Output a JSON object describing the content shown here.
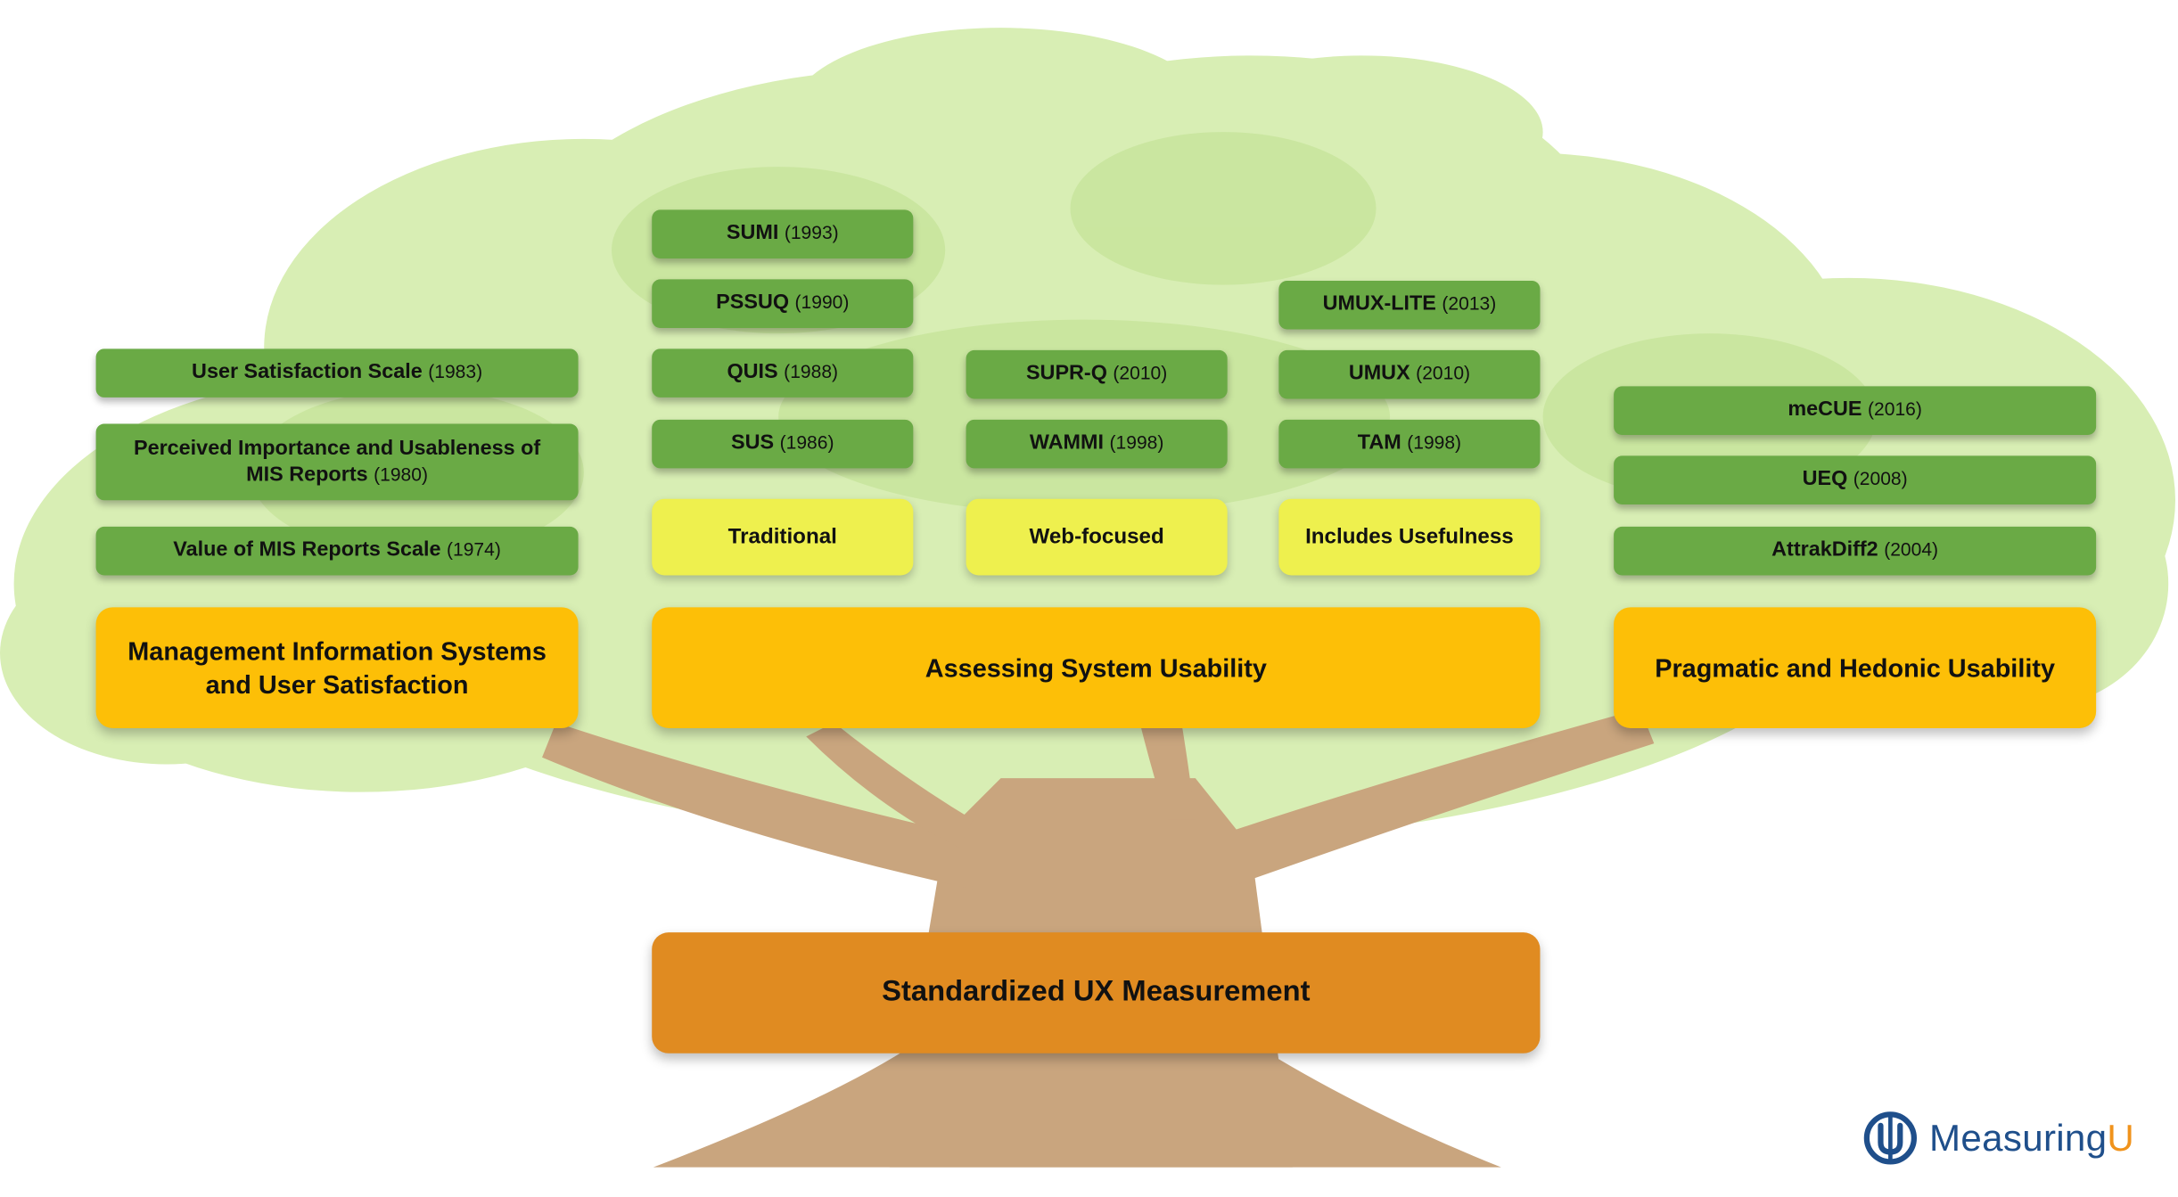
{
  "root": {
    "label": "Standardized UX Measurement"
  },
  "branches": {
    "mis": {
      "label": "Management Information Systems and User Satisfaction"
    },
    "asu": {
      "label": "Assessing System Usability"
    },
    "phu": {
      "label": "Pragmatic and Hedonic Usability"
    }
  },
  "subcategories": {
    "traditional": "Traditional",
    "web": "Web-focused",
    "usefulness": "Includes Usefulness"
  },
  "instruments": {
    "mis": [
      {
        "name": "User Satisfaction Scale",
        "year": "(1983)"
      },
      {
        "name": "Perceived Importance and Usableness of MIS Reports",
        "year": "(1980)"
      },
      {
        "name": "Value of MIS Reports Scale",
        "year": "(1974)"
      }
    ],
    "traditional": [
      {
        "name": "SUMI",
        "year": "(1993)"
      },
      {
        "name": "PSSUQ",
        "year": "(1990)"
      },
      {
        "name": "QUIS",
        "year": "(1988)"
      },
      {
        "name": "SUS",
        "year": "(1986)"
      }
    ],
    "web": [
      {
        "name": "SUPR-Q",
        "year": "(2010)"
      },
      {
        "name": "WAMMI",
        "year": "(1998)"
      }
    ],
    "usefulness": [
      {
        "name": "UMUX-LITE",
        "year": "(2013)"
      },
      {
        "name": "UMUX",
        "year": "(2010)"
      },
      {
        "name": "TAM",
        "year": "(1998)"
      }
    ],
    "phu": [
      {
        "name": "meCUE",
        "year": "(2016)"
      },
      {
        "name": "UEQ",
        "year": "(2008)"
      },
      {
        "name": "AttrakDiff2",
        "year": "(2004)"
      }
    ]
  },
  "logo": {
    "text_main": "Measuring",
    "text_accent": "U"
  },
  "colors": {
    "instrument_box": "#6aaa45",
    "subcategory_box": "#eef04e",
    "branch_box": "#fdbf07",
    "root_box": "#e08b21",
    "foliage": "#d6ecb0",
    "trunk": "#c9a57e",
    "logo_blue": "#1f4f8b",
    "logo_orange": "#f0931c"
  }
}
